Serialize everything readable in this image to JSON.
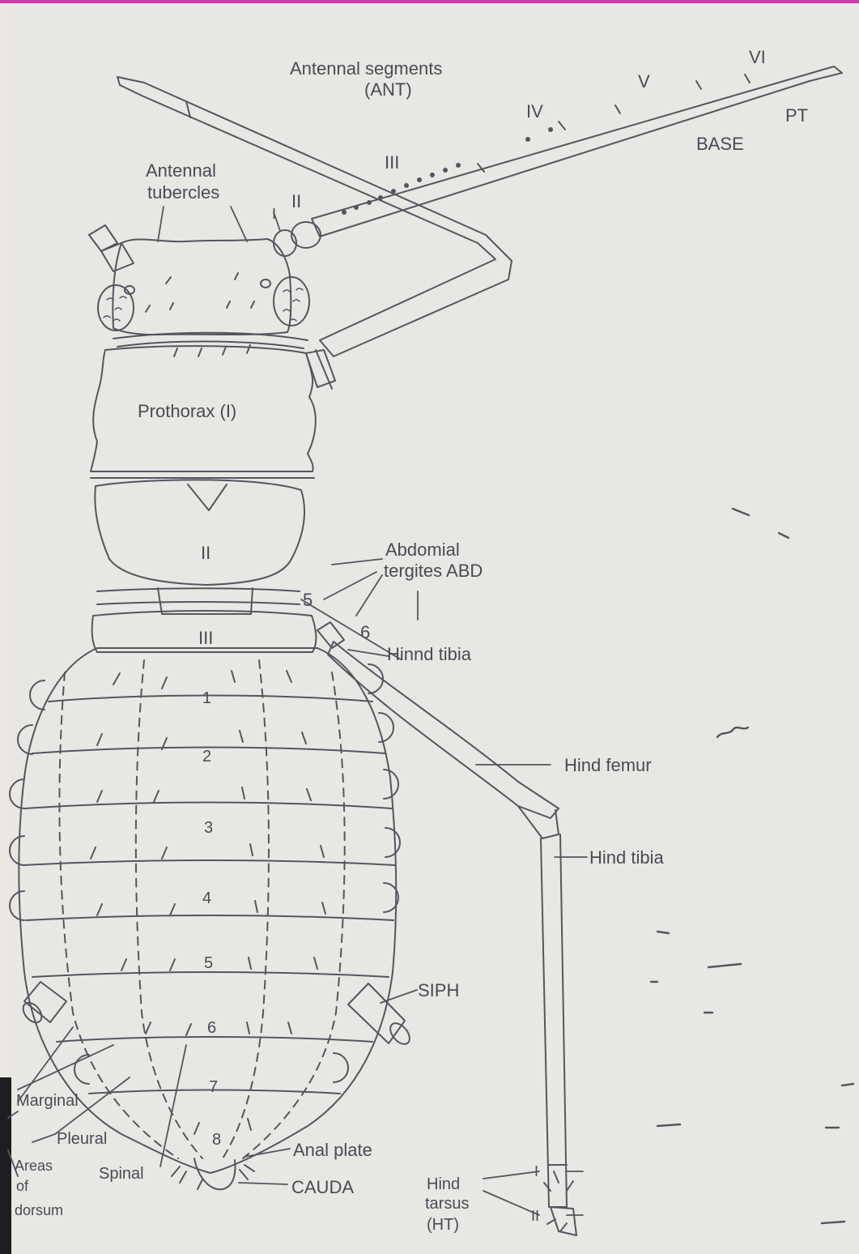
{
  "labels": {
    "antennal_segments": "Antennal segments",
    "ant": "(ANT)",
    "vi": "VI",
    "v": "V",
    "iv": "IV",
    "iii_ant": "III",
    "ii_ant": "II",
    "i_ant": "I",
    "pt": "PT",
    "base": "BASE",
    "antennal_tubercles_1": "Antennal",
    "antennal_tubercles_2": "tubercles",
    "prothorax": "Prothorax (I)",
    "thorax_ii": "II",
    "thorax_iii": "III",
    "abdomial_1": "Abdomial",
    "abdomial_2": "tergites ABD",
    "tergite_5": "5",
    "tergite_6": "6",
    "hind_tibia_top": "Hinnd tibia",
    "hind_femur": "Hind femur",
    "hind_tibia": "Hind tibia",
    "siph": "SIPH",
    "seg_1": "1",
    "seg_2": "2",
    "seg_3": "3",
    "seg_4": "4",
    "seg_5": "5",
    "seg_6": "6",
    "seg_7": "7",
    "seg_8": "8",
    "marginal": "Marginal",
    "pleural": "Pleural",
    "spinal": "Spinal",
    "areas_1": "Areas",
    "areas_2": "of",
    "areas_3": "dorsum",
    "anal_plate": "Anal plate",
    "cauda": "CAUDA",
    "hind_tarsus_1": "Hind",
    "hind_tarsus_2": "tarsus",
    "hind_tarsus_3": "(HT)",
    "tarsus_i": "I",
    "tarsus_ii": "II"
  },
  "colors": {
    "background": "#e9e7e3",
    "ink": "#4a4a55",
    "top_border": "#d23aa6"
  }
}
